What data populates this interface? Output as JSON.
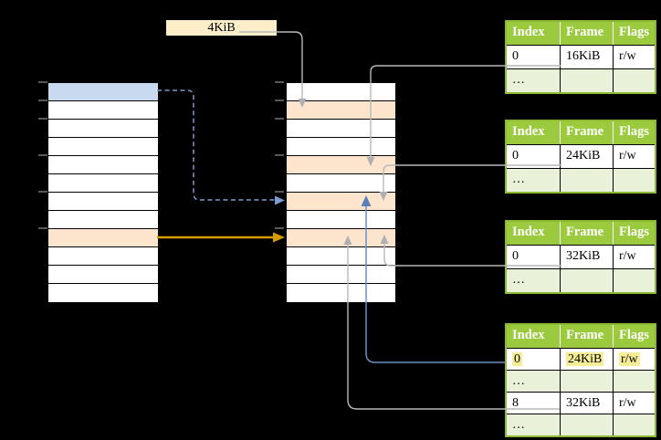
{
  "size_label": "4KiB",
  "columns": [
    "Index",
    "Frame",
    "Flags"
  ],
  "page_tables": [
    {
      "name": "page-table-16kib",
      "rows": [
        {
          "cells": [
            "0",
            "16KiB",
            "r/w"
          ],
          "shade": false,
          "hl": false
        },
        {
          "cells": [
            "…",
            "",
            ""
          ],
          "shade": true,
          "hl": false
        }
      ]
    },
    {
      "name": "page-table-24kib",
      "rows": [
        {
          "cells": [
            "0",
            "24KiB",
            "r/w"
          ],
          "shade": false,
          "hl": false
        },
        {
          "cells": [
            "…",
            "",
            ""
          ],
          "shade": true,
          "hl": false
        }
      ]
    },
    {
      "name": "page-table-32kib",
      "rows": [
        {
          "cells": [
            "0",
            "32KiB",
            "r/w"
          ],
          "shade": false,
          "hl": false
        },
        {
          "cells": [
            "…",
            "",
            ""
          ],
          "shade": true,
          "hl": false
        }
      ]
    },
    {
      "name": "page-table-bottom",
      "rows": [
        {
          "cells": [
            "0",
            "24KiB",
            "r/w"
          ],
          "shade": false,
          "hl": true
        },
        {
          "cells": [
            "…",
            "",
            ""
          ],
          "shade": true,
          "hl": false
        },
        {
          "cells": [
            "8",
            "32KiB",
            "r/w"
          ],
          "shade": false,
          "hl": false
        },
        {
          "cells": [
            "…",
            "",
            ""
          ],
          "shade": true,
          "hl": false
        }
      ]
    }
  ],
  "left_memory": {
    "rows": [
      {
        "fill": "blue"
      },
      {
        "fill": "white"
      },
      {
        "fill": "white"
      },
      {
        "fill": "white"
      },
      {
        "fill": "white"
      },
      {
        "fill": "white"
      },
      {
        "fill": "white"
      },
      {
        "fill": "white"
      },
      {
        "fill": "orange"
      },
      {
        "fill": "white"
      },
      {
        "fill": "white"
      },
      {
        "fill": "white"
      }
    ]
  },
  "middle_memory": {
    "rows": [
      {
        "fill": "white"
      },
      {
        "fill": "orange"
      },
      {
        "fill": "white"
      },
      {
        "fill": "white"
      },
      {
        "fill": "orange"
      },
      {
        "fill": "white"
      },
      {
        "fill": "orange"
      },
      {
        "fill": "white"
      },
      {
        "fill": "orange"
      },
      {
        "fill": "white"
      },
      {
        "fill": "white"
      },
      {
        "fill": "white"
      }
    ]
  },
  "palette": {
    "background": "#000000",
    "blue_row": "#c9daf0",
    "orange_row": "#fce4cd",
    "cream_label": "#fbeec8",
    "table_header_green": "#9bca3e",
    "table_row_green": "#e9f1d9",
    "table_border_green": "#8cbb33",
    "yellow_highlight": "#f6ee96",
    "gray_wire": "#b6b8bb",
    "blue_wire": "#6b8fc3",
    "blue_dashed_wire": "#7b9cd0",
    "gold_wire": "#d79b00"
  }
}
